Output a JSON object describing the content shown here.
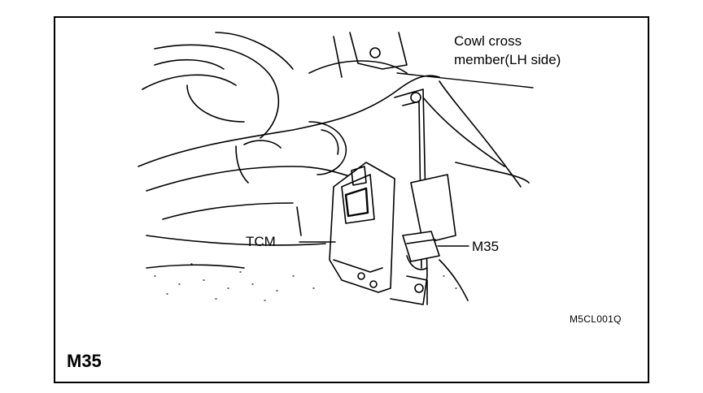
{
  "figure": {
    "labels": {
      "cowl_line1": "Cowl cross",
      "cowl_line2": "member(LH side)",
      "tcm": "TCM",
      "connector": "M35"
    },
    "figure_code": "M5CL001Q",
    "connector_id": "M35"
  },
  "colors": {
    "ink": "#000000",
    "paper": "#ffffff"
  }
}
